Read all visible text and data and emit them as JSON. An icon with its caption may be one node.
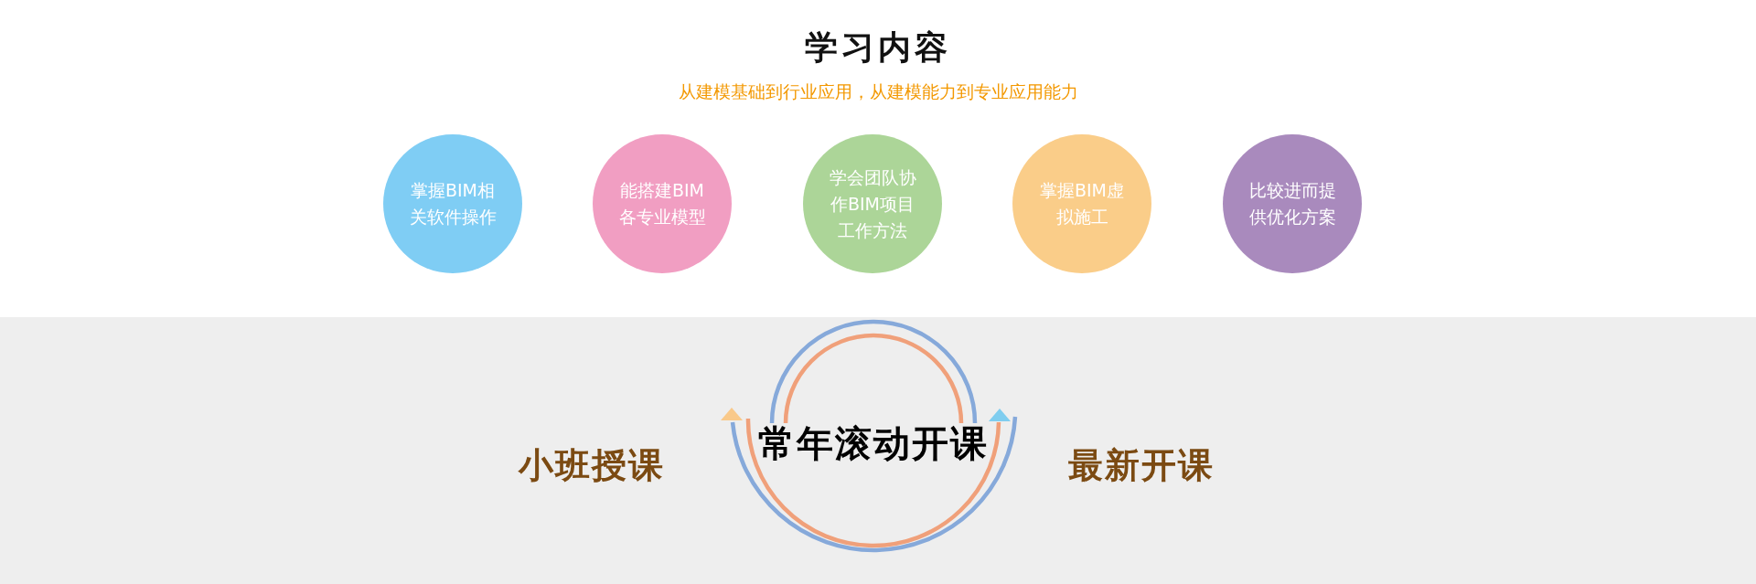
{
  "diagram": {
    "title": "学习内容",
    "nodes": [
      {
        "text": [
          "掌握BIM相关软件操作"
        ]
      },
      {
        "text": [
          "能搭建BIM各专业模型"
        ]
      },
      {
        "text": [
          "学会团队协作BIM项目工作方法"
        ]
      },
      {
        "text": [
          "掌握BIM虚拟施工"
        ]
      },
      {
        "text": [
          "比较进而提供优化方案"
        ]
      }
    ],
    "labels": [
      "从建模基础到行业应用，从建模能力到专业应用能力",
      "小班授课",
      "常年滚动开课",
      "最新开课"
    ]
  }
}
